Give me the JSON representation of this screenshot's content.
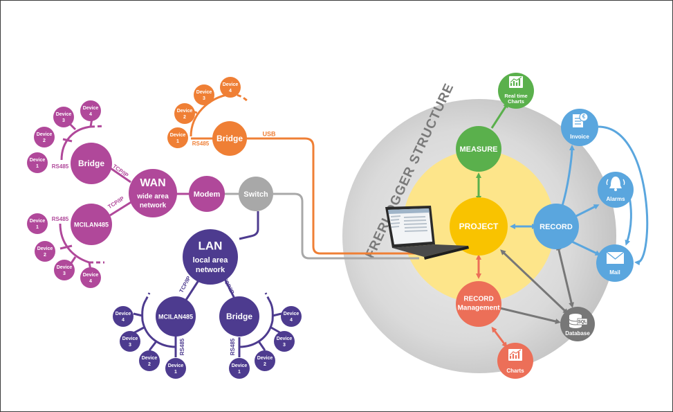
{
  "title": "FRERLOGGER STRUCTURE",
  "colors": {
    "purple": "#b0489a",
    "orange": "#ef7f35",
    "navy": "#4d3b8f",
    "gray": "#a8a8a8",
    "green": "#5ab04c",
    "yellow": "#f9c300",
    "light_yellow": "#fde58a",
    "blue": "#5aa6de",
    "coral": "#ec6f58",
    "dark_gray": "#777777"
  },
  "wan": {
    "title": "WAN",
    "subtitle_1": "wide area",
    "subtitle_2": "network",
    "modem": "Modem",
    "bridge": "Bridge",
    "mcilan": "MCILAN485",
    "tcpip_1": "TCP/IP",
    "tcpip_2": "TCP/IP",
    "rs485_1": "RS485",
    "rs485_2": "RS485",
    "devices_top": [
      {
        "line1": "Device",
        "line2": "1"
      },
      {
        "line1": "Device",
        "line2": "2"
      },
      {
        "line1": "Device",
        "line2": "3"
      },
      {
        "line1": "Device",
        "line2": "4"
      }
    ],
    "devices_bottom": [
      {
        "line1": "Device",
        "line2": "1"
      },
      {
        "line1": "Device",
        "line2": "2"
      },
      {
        "line1": "Device",
        "line2": "3"
      },
      {
        "line1": "Device",
        "line2": "4"
      }
    ]
  },
  "usb_bridge": {
    "bridge": "Bridge",
    "rs485": "RS485",
    "usb": "USB",
    "devices": [
      {
        "line1": "Device",
        "line2": "1"
      },
      {
        "line1": "Device",
        "line2": "2"
      },
      {
        "line1": "Device",
        "line2": "3"
      },
      {
        "line1": "Device",
        "line2": "4"
      }
    ]
  },
  "lan": {
    "switch": "Switch",
    "title": "LAN",
    "subtitle_1": "local area",
    "subtitle_2": "network",
    "mcilan": "MCILAN485",
    "bridge": "Bridge",
    "tcpip_1": "TCP/IP",
    "tcpip_2": "TCP/IP",
    "rs485_1": "RS485",
    "rs485_2": "RS485",
    "devices_left": [
      {
        "line1": "Device",
        "line2": "1"
      },
      {
        "line1": "Device",
        "line2": "2"
      },
      {
        "line1": "Device",
        "line2": "3"
      },
      {
        "line1": "Device",
        "line2": "4"
      }
    ],
    "devices_right": [
      {
        "line1": "Device",
        "line2": "1"
      },
      {
        "line1": "Device",
        "line2": "2"
      },
      {
        "line1": "Device",
        "line2": "3"
      },
      {
        "line1": "Device",
        "line2": "4"
      }
    ]
  },
  "structure": {
    "measure": "MEASURE",
    "project": "PROJECT",
    "record": "RECORD",
    "record_mgmt_1": "RECORD",
    "record_mgmt_2": "Management",
    "realtime_1": "Real time",
    "realtime_2": "Charts",
    "invoice": "Invoice",
    "alarms": "Alarms",
    "mail": "Mail",
    "database": "Database",
    "sql": "SQL",
    "charts": "Charts"
  }
}
